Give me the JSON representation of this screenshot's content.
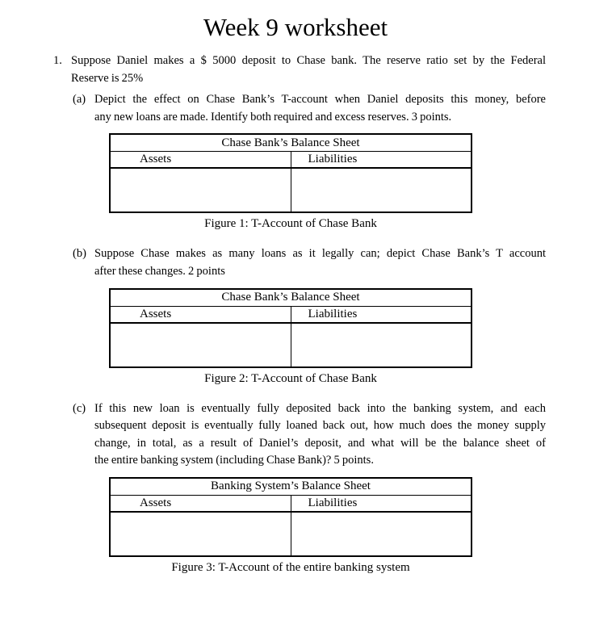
{
  "document": {
    "title": "Week 9 worksheet",
    "problem": {
      "number": "1.",
      "intro_lines": [
        "Suppose Daniel makes a $ 5000 deposit to Chase bank. The reserve ratio set by the Federal",
        "Reserve is 25%"
      ],
      "parts": [
        {
          "label": "(a)",
          "lines": [
            "Depict the effect on Chase Bank’s T-account when Daniel deposits this money, before",
            "any new loans are made. Identify both required and excess reserves. 3 points."
          ],
          "table": {
            "title": "Chase Bank’s Balance Sheet",
            "assets_header": "Assets",
            "liabilities_header": "Liabilities"
          },
          "caption": "Figure 1: T-Account of Chase Bank"
        },
        {
          "label": "(b)",
          "lines": [
            "Suppose Chase makes as many loans as it legally can; depict Chase Bank’s T account",
            "after these changes. 2 points"
          ],
          "table": {
            "title": "Chase Bank’s Balance Sheet",
            "assets_header": "Assets",
            "liabilities_header": "Liabilities"
          },
          "caption": "Figure 2: T-Account of Chase Bank"
        },
        {
          "label": "(c)",
          "lines": [
            "If this new loan is eventually fully deposited back into the banking system, and each",
            "subsequent deposit is eventually fully loaned back out, how much does the money supply",
            "change, in total, as a result of Daniel’s deposit, and what will be the balance sheet of",
            "the entire banking system (including Chase Bank)? 5 points."
          ],
          "table": {
            "title": "Banking System’s Balance Sheet",
            "assets_header": "Assets",
            "liabilities_header": "Liabilities"
          },
          "caption": "Figure 3: T-Account of the entire banking system"
        }
      ]
    }
  }
}
